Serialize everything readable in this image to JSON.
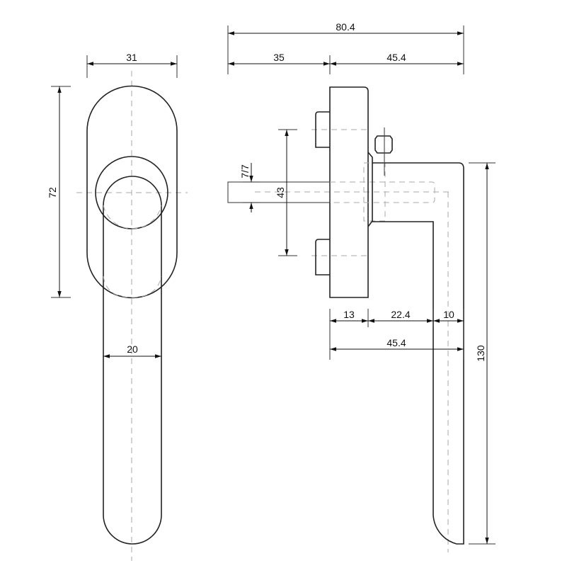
{
  "drawing": {
    "front_view": {
      "rosette_width": "31",
      "rosette_height": "72",
      "handle_width": "20"
    },
    "side_view": {
      "overall_length": "80.4",
      "spindle_length": "35",
      "handle_depth": "45.4",
      "screw_spacing": "43",
      "spindle_square": "7/7",
      "rosette_depth": "13",
      "neck_length": "22.4",
      "handle_thickness": "10",
      "handle_projection": "45.4",
      "handle_length": "130"
    }
  }
}
